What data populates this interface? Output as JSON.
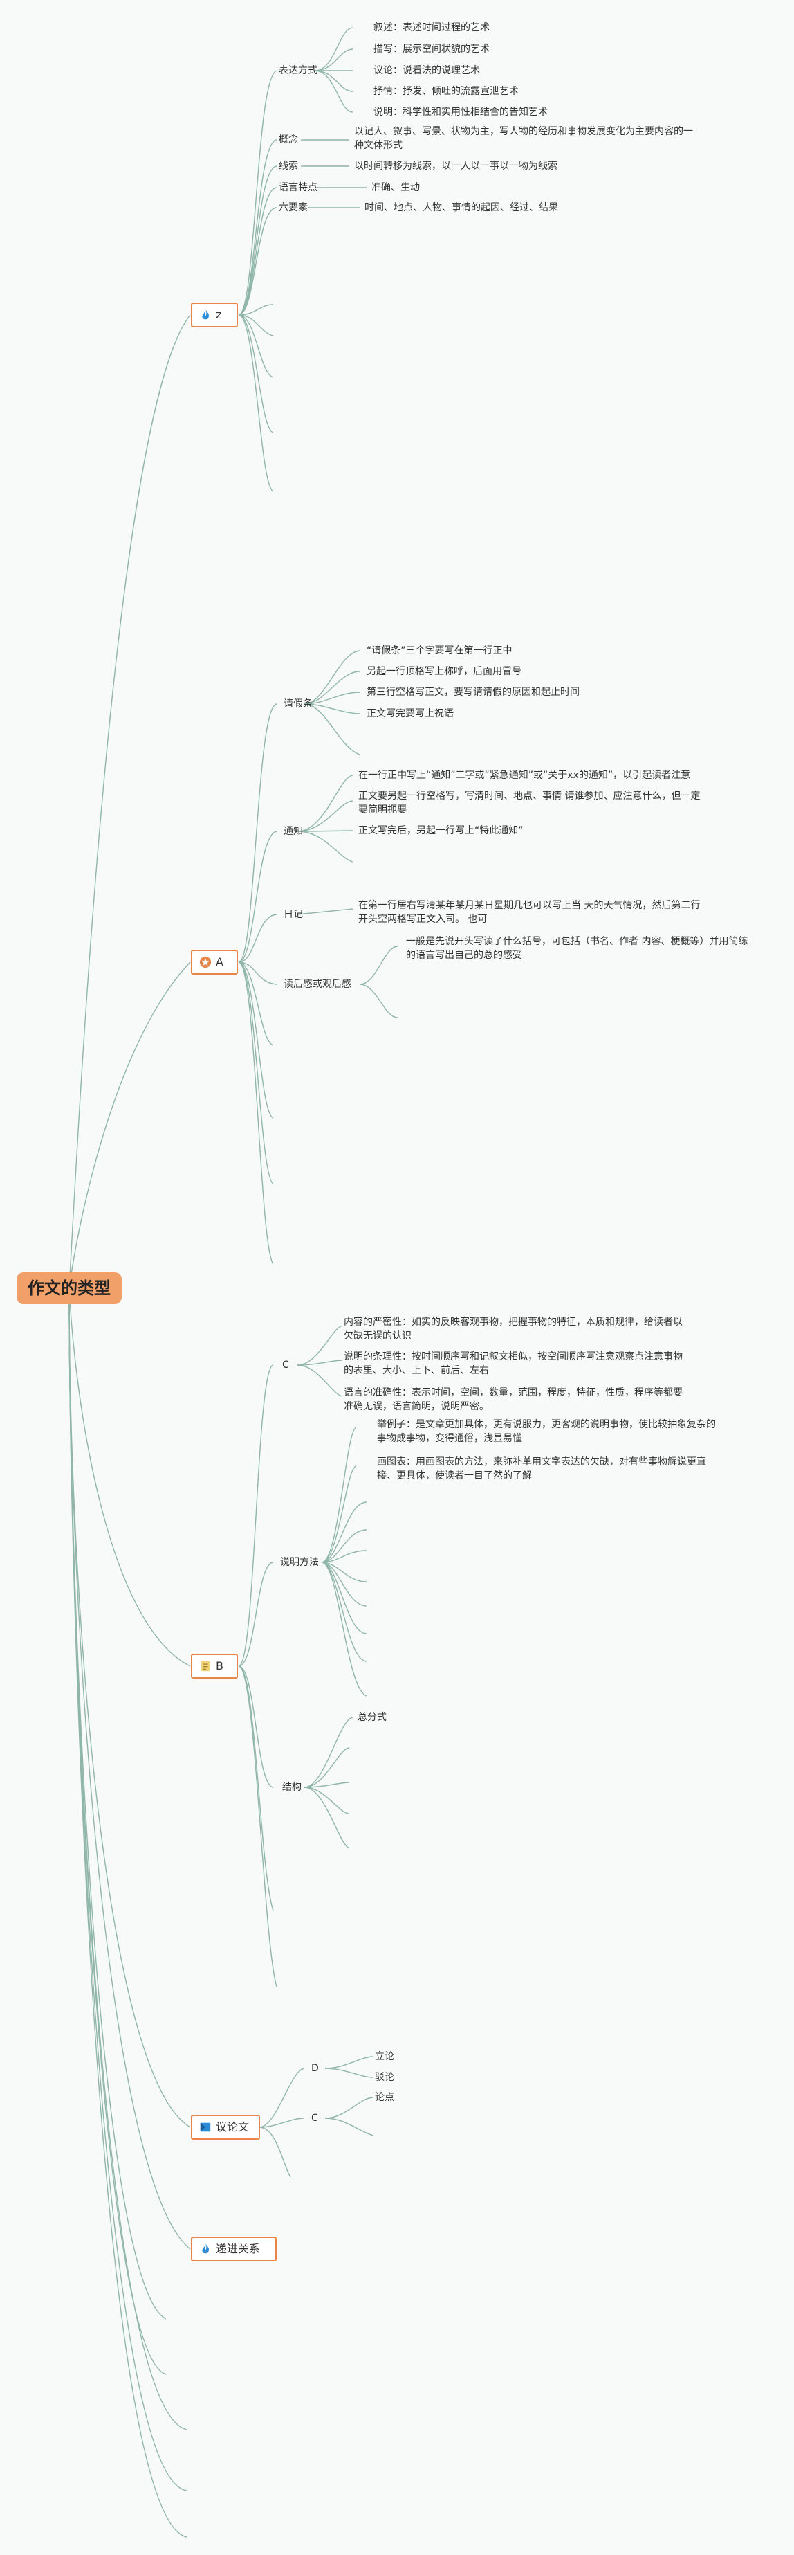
{
  "root": "作文的类型",
  "z": {
    "label": "z",
    "expr": "表达方式",
    "expr_items": [
      "叙述：表述时间过程的艺术",
      "描写：展示空间状貌的艺术",
      "议论：说看法的说理艺术",
      "抒情：抒发、倾吐的流露宣泄艺术",
      "说明：科学性和实用性相结合的告知艺术"
    ],
    "concept": "概念",
    "concept_text": "以记人、叙事、写景、状物为主，写人物的经历和事物发展变化为主要内容的一种文体形式",
    "clue": "线索",
    "clue_text": "以时间转移为线索，以一人以一事以一物为线索",
    "lang": "语言特点",
    "lang_text": "准确、生动",
    "six": "六要素",
    "six_text": "时间、地点、人物、事情的起因、经过、结果"
  },
  "a": {
    "label": "A",
    "leave": "请假条",
    "leave_items": [
      "“请假条”三个字要写在第一行正中",
      "另起一行顶格写上称呼，后面用冒号",
      "第三行空格写正文，要写请请假的原因和起止时间",
      "正文写完要写上祝语"
    ],
    "notice": "通知",
    "notice_items": [
      "在一行正中写上“通知”二字或“紧急通知”或“关于xx的通知”，以引起读者注意",
      "正文要另起一行空格写，写清时间、地点、事情 请谁参加、应注意什么，但一定要简明扼要",
      "正文写完后，另起一行写上“特此通知”"
    ],
    "diary": "日记",
    "diary_text": "在第一行居右写清某年某月某日星期几也可以写上当 天的天气情况，然后第二行开头空两格写正文入司。 也可",
    "review": "读后感或观后感",
    "review_text": "一般是先说开头写读了什么括号，可包括（书名、作者 内容、梗概等）并用简练的语言写出自己的总的感受"
  },
  "b": {
    "label": "B",
    "c": "C",
    "c_items": [
      "内容的严密性：如实的反映客观事物，把握事物的特征，本质和规律，给读者以欠缺无误的认识",
      "说明的条理性：按时间顺序写和记叙文相似，按空间顺序写注意观察点注意事物的表里、大小、上下、前后、左右",
      "语言的准确性：表示时间，空间，数量，范围，程度，特征，性质，程序等都要准确无误，语言简明，说明严密。"
    ],
    "method": "说明方法",
    "method_items": [
      "举例子：是文章更加具体，更有说服力，更客观的说明事物，使比较抽象复杂的事物成事物，变得通俗，浅显易懂",
      "画图表：用画图表的方法，来弥补单用文字表达的欠缺，对有些事物解说更直接、更具体，使读者一目了然的了解"
    ],
    "structure": "结构",
    "structure_items": [
      "总分式"
    ]
  },
  "argument": {
    "label": "议论文",
    "d": "D",
    "d_items": [
      "立论",
      "驳论"
    ],
    "c": "C",
    "c_items": [
      "论点"
    ]
  },
  "progressive": {
    "label": "递进关系"
  },
  "colors": {
    "edge": "#8fb6a8",
    "root_fill": "#f0a068",
    "box_border": "#e8864a"
  },
  "icons": {
    "z": "fire-icon",
    "a": "star-icon",
    "b": "note-icon",
    "argument": "flag-icon",
    "progressive": "fire-icon"
  }
}
